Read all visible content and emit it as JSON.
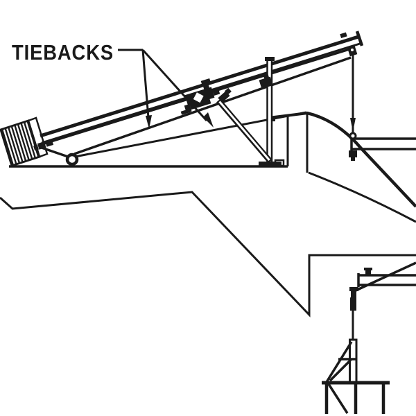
{
  "diagram": {
    "label": "TIEBACKS",
    "colors": {
      "ink": "#1a1a1a",
      "background": "#ffffff"
    },
    "components": [
      "counterweight-block",
      "turnbuckle",
      "fairlead-roller",
      "tieback-cable-upper",
      "tieback-cable-lower",
      "tieback-cable-parapet",
      "outrigger-beam",
      "cable-clamp-cluster",
      "support-post",
      "knee-brace",
      "roof-deck",
      "parapet-wall",
      "cornice-curve",
      "suspension-rope",
      "rope-eye",
      "suspended-beam-upper",
      "building-section-outline",
      "lower-roof",
      "lower-davit-beam",
      "mast-turnbuckle",
      "truss-stand"
    ]
  }
}
